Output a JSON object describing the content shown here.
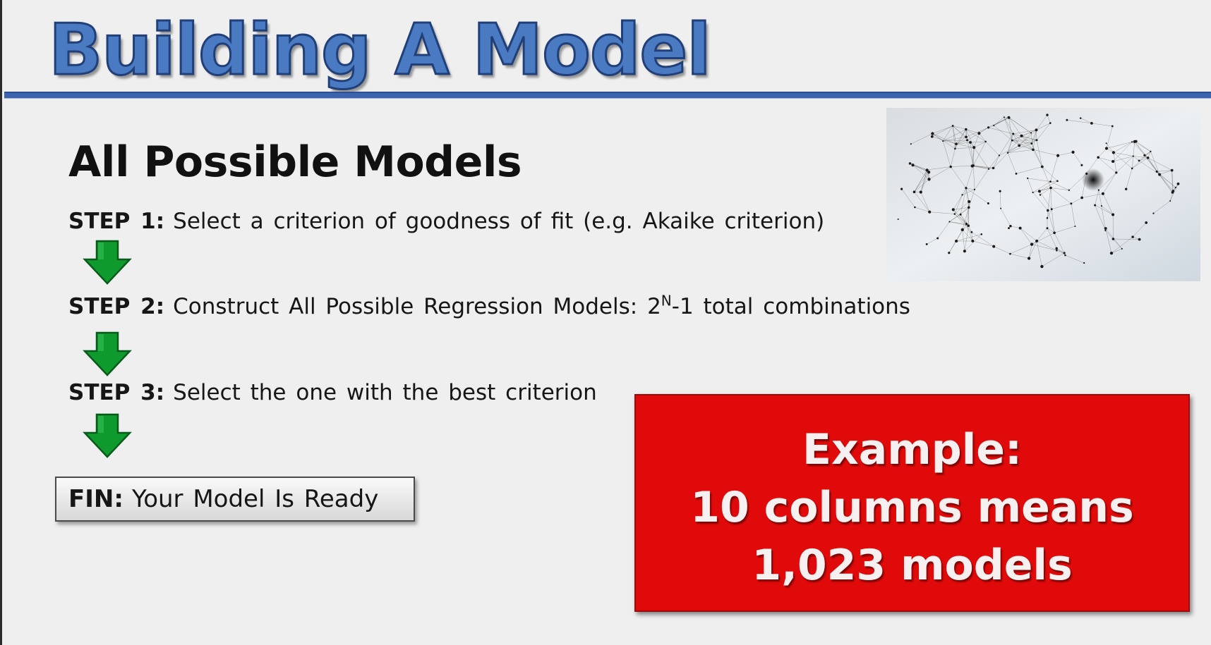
{
  "slide": {
    "title": "Building A Model",
    "subtitle": "All Possible Models",
    "colors": {
      "title_fill": "#4a7bc2",
      "title_outline": "#213f78",
      "rule": "#3c63ae",
      "arrow": "#0f9a2e",
      "example_box": "#e10a0a",
      "background": "#efefef"
    },
    "steps": [
      {
        "label": "STEP 1:",
        "text": "Select a criterion of goodness of fit (e.g. Akaike criterion)"
      },
      {
        "label": "STEP 2:",
        "text_before": "Construct All Possible Regression Models: 2",
        "superscript": "N",
        "text_after": "-1 total combinations"
      },
      {
        "label": "STEP 3:",
        "text": "Select the one with the best criterion"
      }
    ],
    "arrow_icon": "down-arrow-icon",
    "fin": {
      "label": "FIN:",
      "text": "Your Model Is Ready"
    },
    "example": {
      "lines": [
        "Example:",
        "10 columns means",
        "1,023 models"
      ]
    },
    "image": {
      "icon": "network-graph-image"
    }
  }
}
